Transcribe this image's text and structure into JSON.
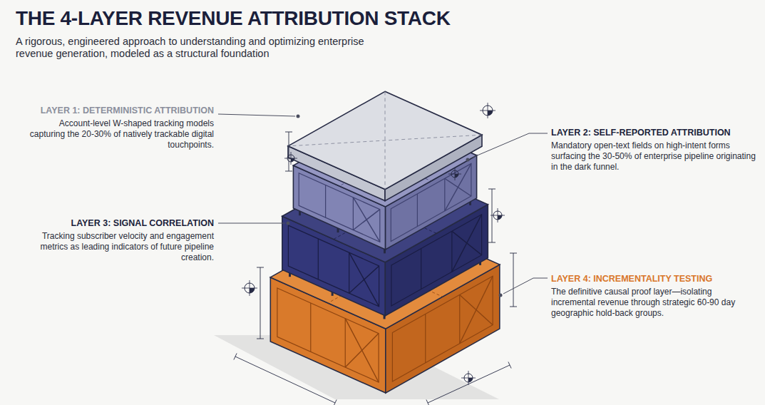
{
  "diagram": {
    "title": "THE 4-LAYER REVENUE ATTRIBUTION STACK",
    "caption": "A rigorous, engineered approach to understanding and optimizing enterprise revenue generation, modeled as a structural foundation",
    "nodes": [
      {
        "text": [
          "LAYER 1: DETERMINISTIC ATTRIBUTION",
          "Account-level W-shaped tracking models capturing the 20-30% of natively trackable digital touchpoints."
        ]
      },
      {
        "text": [
          "LAYER 2: SELF-REPORTED ATTRIBUTION",
          "Mandatory open-text fields on high-intent forms surfacing the 30-50% of enterprise pipeline originating in the dark funnel."
        ]
      },
      {
        "text": [
          "LAYER 3: SIGNAL CORRELATION",
          "Tracking subscriber velocity and engagement metrics as leading indicators of future pipeline creation."
        ]
      },
      {
        "text": [
          "LAYER 4: INCREMENTALITY TESTING",
          "The definitive causal proof layer—isolating incremental revenue through strategic 60-90 day geographic hold-back groups."
        ]
      }
    ]
  }
}
